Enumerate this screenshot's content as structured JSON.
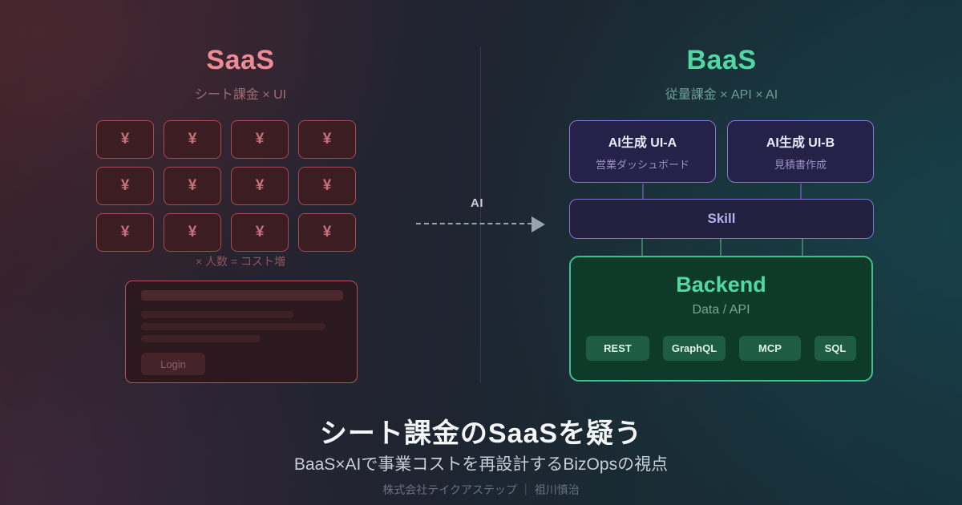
{
  "saas_panel": {
    "title": "SaaS",
    "subtitle": "シート課金 × UI",
    "seat_grid": {
      "rows": 3,
      "cols": 4,
      "cell_symbol": "¥",
      "cell_count": 12
    },
    "caption": "× 人数 = コスト増",
    "login_mockup": {
      "button_label": "Login"
    },
    "accent_color": "#ee8a94"
  },
  "flow": {
    "label": "AI"
  },
  "baas_panel": {
    "title": "BaaS",
    "subtitle": "従量課金 × API × AI",
    "ui_boxes": [
      {
        "title": "AI生成 UI-A",
        "subtitle": "営業ダッシュボード"
      },
      {
        "title": "AI生成 UI-B",
        "subtitle": "見積書作成"
      }
    ],
    "skill_label": "Skill",
    "backend": {
      "title": "Backend",
      "subtitle": "Data / API",
      "chips": [
        "REST",
        "GraphQL",
        "MCP",
        "SQL"
      ]
    },
    "accent_color": "#4fd8a2"
  },
  "footer": {
    "headline": "シート課金のSaaSを疑う",
    "subheadline": "BaaS×AIで事業コストを再設計するBizOpsの視点",
    "credit": "株式会社テイクアステップ ｜ 祖川慎治"
  },
  "colors": {
    "background_left_tint": "#342028",
    "background_right_tint": "#16313b",
    "saas_box_border": "#a44b56",
    "baas_ui_border": "#8478d6",
    "backend_border": "#40bf8c",
    "arrow_gray": "#9aa4ae"
  }
}
